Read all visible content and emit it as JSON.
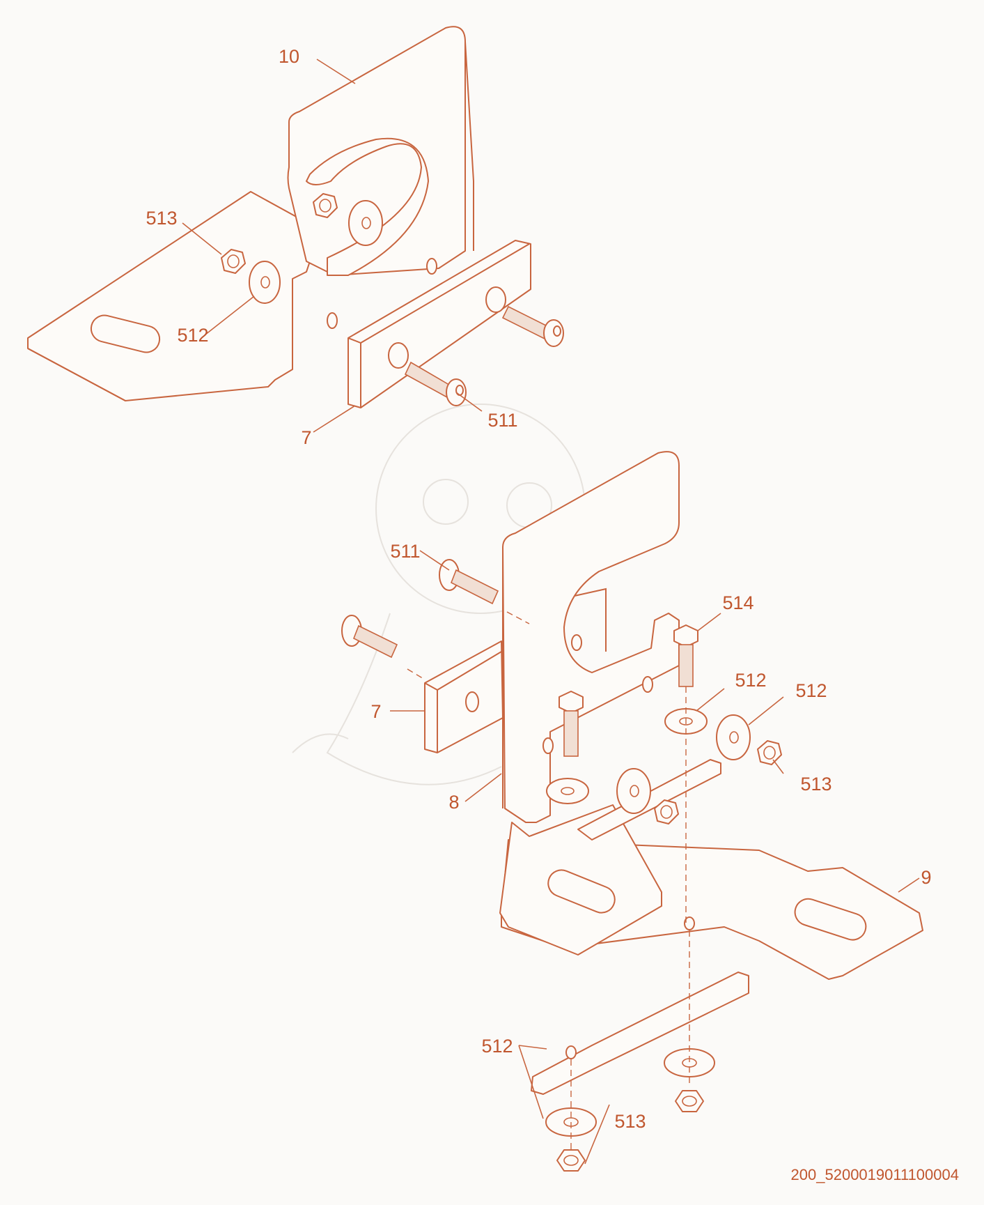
{
  "labels": {
    "top_bracket": "10",
    "top_nut": "513",
    "top_washer": "512",
    "top_plate": "7",
    "top_screw": "511",
    "bottom_screw": "511",
    "bottom_plate": "7",
    "bracket": "8",
    "bolt": "514",
    "washer_a": "512",
    "washer_b": "512",
    "nut_right": "513",
    "base": "9",
    "washer_bottom": "512",
    "nut_bottom": "513"
  },
  "drawing_code": "200_5200019011100004",
  "colors": {
    "line": "#c8653f",
    "text": "#c0562e",
    "background": "#fbfaf8"
  }
}
